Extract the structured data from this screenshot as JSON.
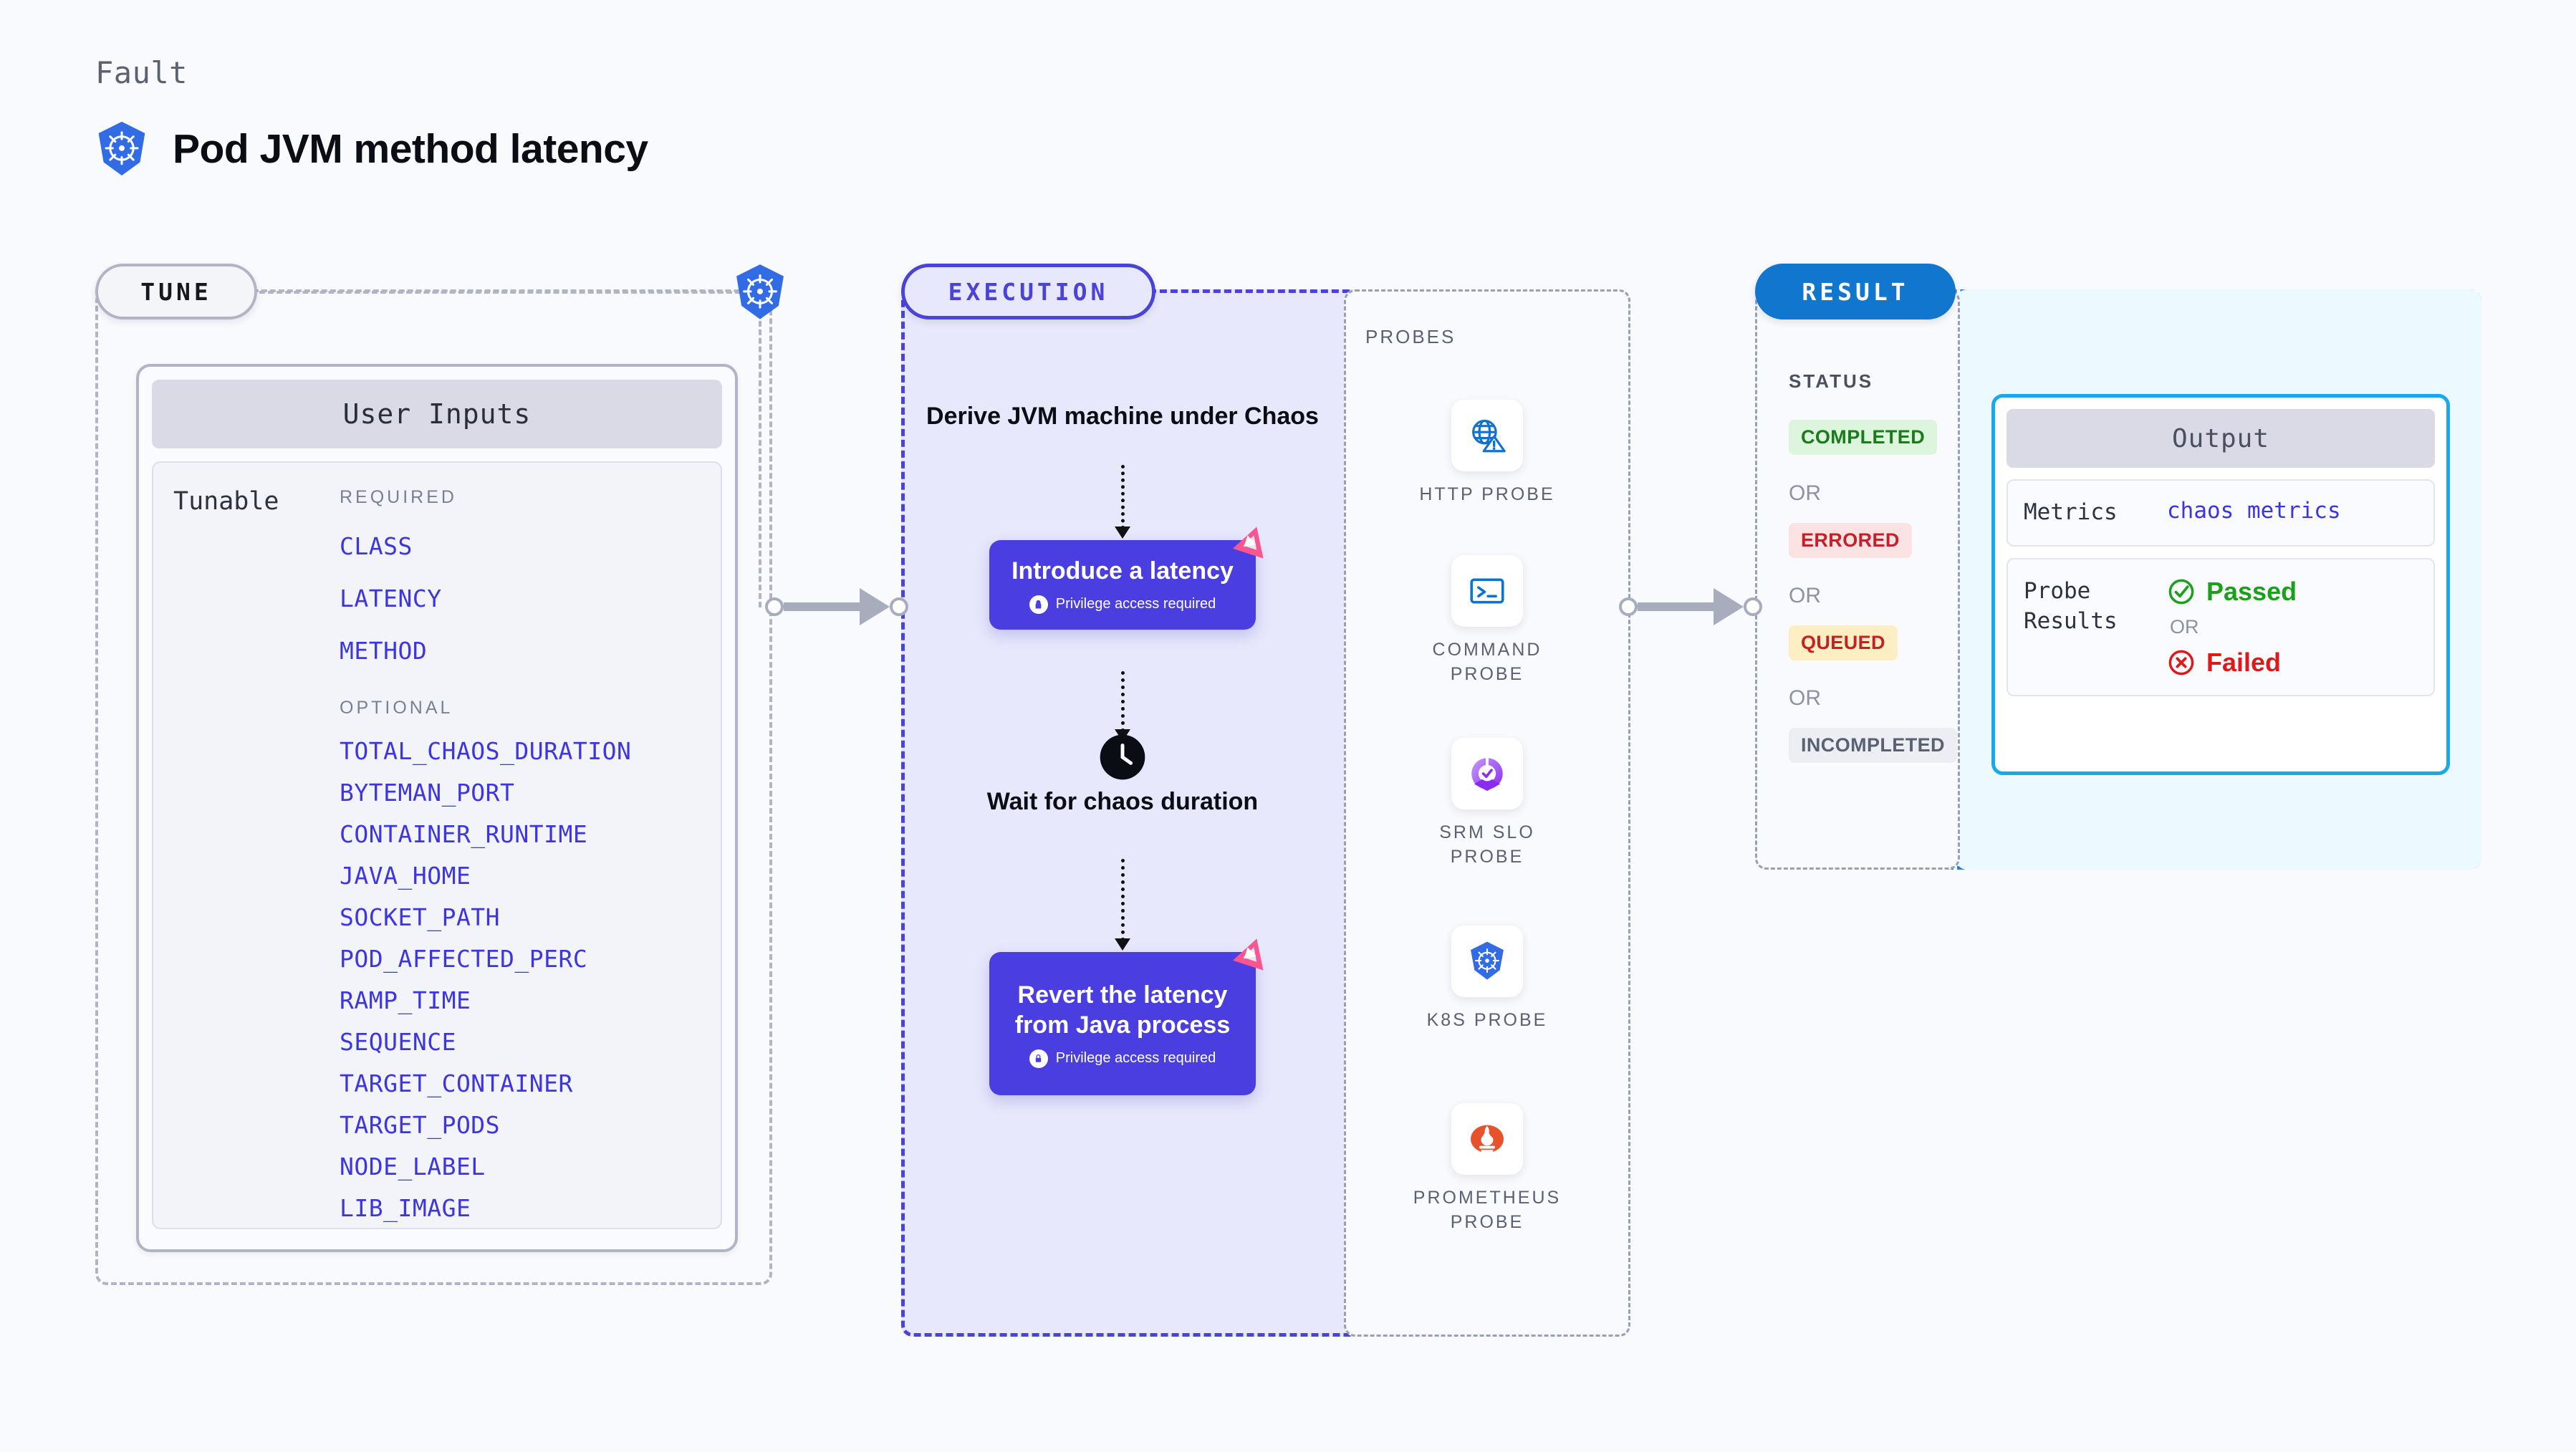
{
  "header": {
    "eyebrow": "Fault",
    "title": "Pod JVM method latency",
    "logo_icon": "kubernetes-icon"
  },
  "regions": {
    "tune": {
      "pill_label": "TUNE"
    },
    "execution": {
      "pill_label": "EXECUTION"
    },
    "probes": {
      "label": "PROBES"
    },
    "result": {
      "pill_label": "RESULT",
      "status_label": "STATUS"
    }
  },
  "user_inputs": {
    "card_title": "User Inputs",
    "tunable_label": "Tunable",
    "required_label": "REQUIRED",
    "optional_label": "OPTIONAL",
    "required": [
      "CLASS",
      "LATENCY",
      "METHOD"
    ],
    "optional": [
      "TOTAL_CHAOS_DURATION",
      "BYTEMAN_PORT",
      "CONTAINER_RUNTIME",
      "JAVA_HOME",
      "SOCKET_PATH",
      "POD_AFFECTED_PERC",
      "RAMP_TIME",
      "SEQUENCE",
      "TARGET_CONTAINER",
      "TARGET_PODS",
      "NODE_LABEL",
      "LIB_IMAGE"
    ]
  },
  "execution_flow": {
    "step_1_text": "Derive JVM machine under Chaos",
    "node_1": {
      "title": "Introduce a latency",
      "privilege": "Privilege access required",
      "badge_icon": "litmus-chaos-icon",
      "lock_icon": "lock-icon"
    },
    "wait_text": "Wait for chaos duration",
    "wait_icon": "clock-icon",
    "node_2": {
      "title": "Revert the latency from Java process",
      "privilege": "Privilege access required",
      "badge_icon": "litmus-chaos-icon",
      "lock_icon": "lock-icon"
    }
  },
  "probes": [
    {
      "name": "HTTP PROBE",
      "icon": "globe-warning-icon"
    },
    {
      "name": "COMMAND PROBE",
      "icon": "terminal-icon"
    },
    {
      "name": "SRM SLO PROBE",
      "icon": "srm-slo-icon"
    },
    {
      "name": "K8S PROBE",
      "icon": "kubernetes-icon"
    },
    {
      "name": "PROMETHEUS PROBE",
      "icon": "prometheus-icon"
    }
  ],
  "statuses": [
    {
      "label": "COMPLETED"
    },
    {
      "label": "ERRORED"
    },
    {
      "label": "QUEUED"
    },
    {
      "label": "INCOMPLETED"
    }
  ],
  "or_text": "OR",
  "output": {
    "card_title": "Output",
    "metrics_key": "Metrics",
    "metrics_value": "chaos metrics",
    "probe_results_key": "Probe Results",
    "passed_label": "Passed",
    "failed_label": "Failed",
    "or_label": "OR",
    "passed_icon": "check-circle-icon",
    "failed_icon": "x-circle-icon"
  },
  "colors": {
    "accent_purple": "#4a3ee0",
    "accent_blue": "#1176ce",
    "cyan_border": "#19a8e8",
    "param_link": "#3c35e0",
    "pink_badge": "#f9568f",
    "status_completed": "#1b7a1b",
    "status_errored": "#c5202a",
    "status_queued": "#c5202a",
    "status_incompleted": "#5b6172"
  }
}
